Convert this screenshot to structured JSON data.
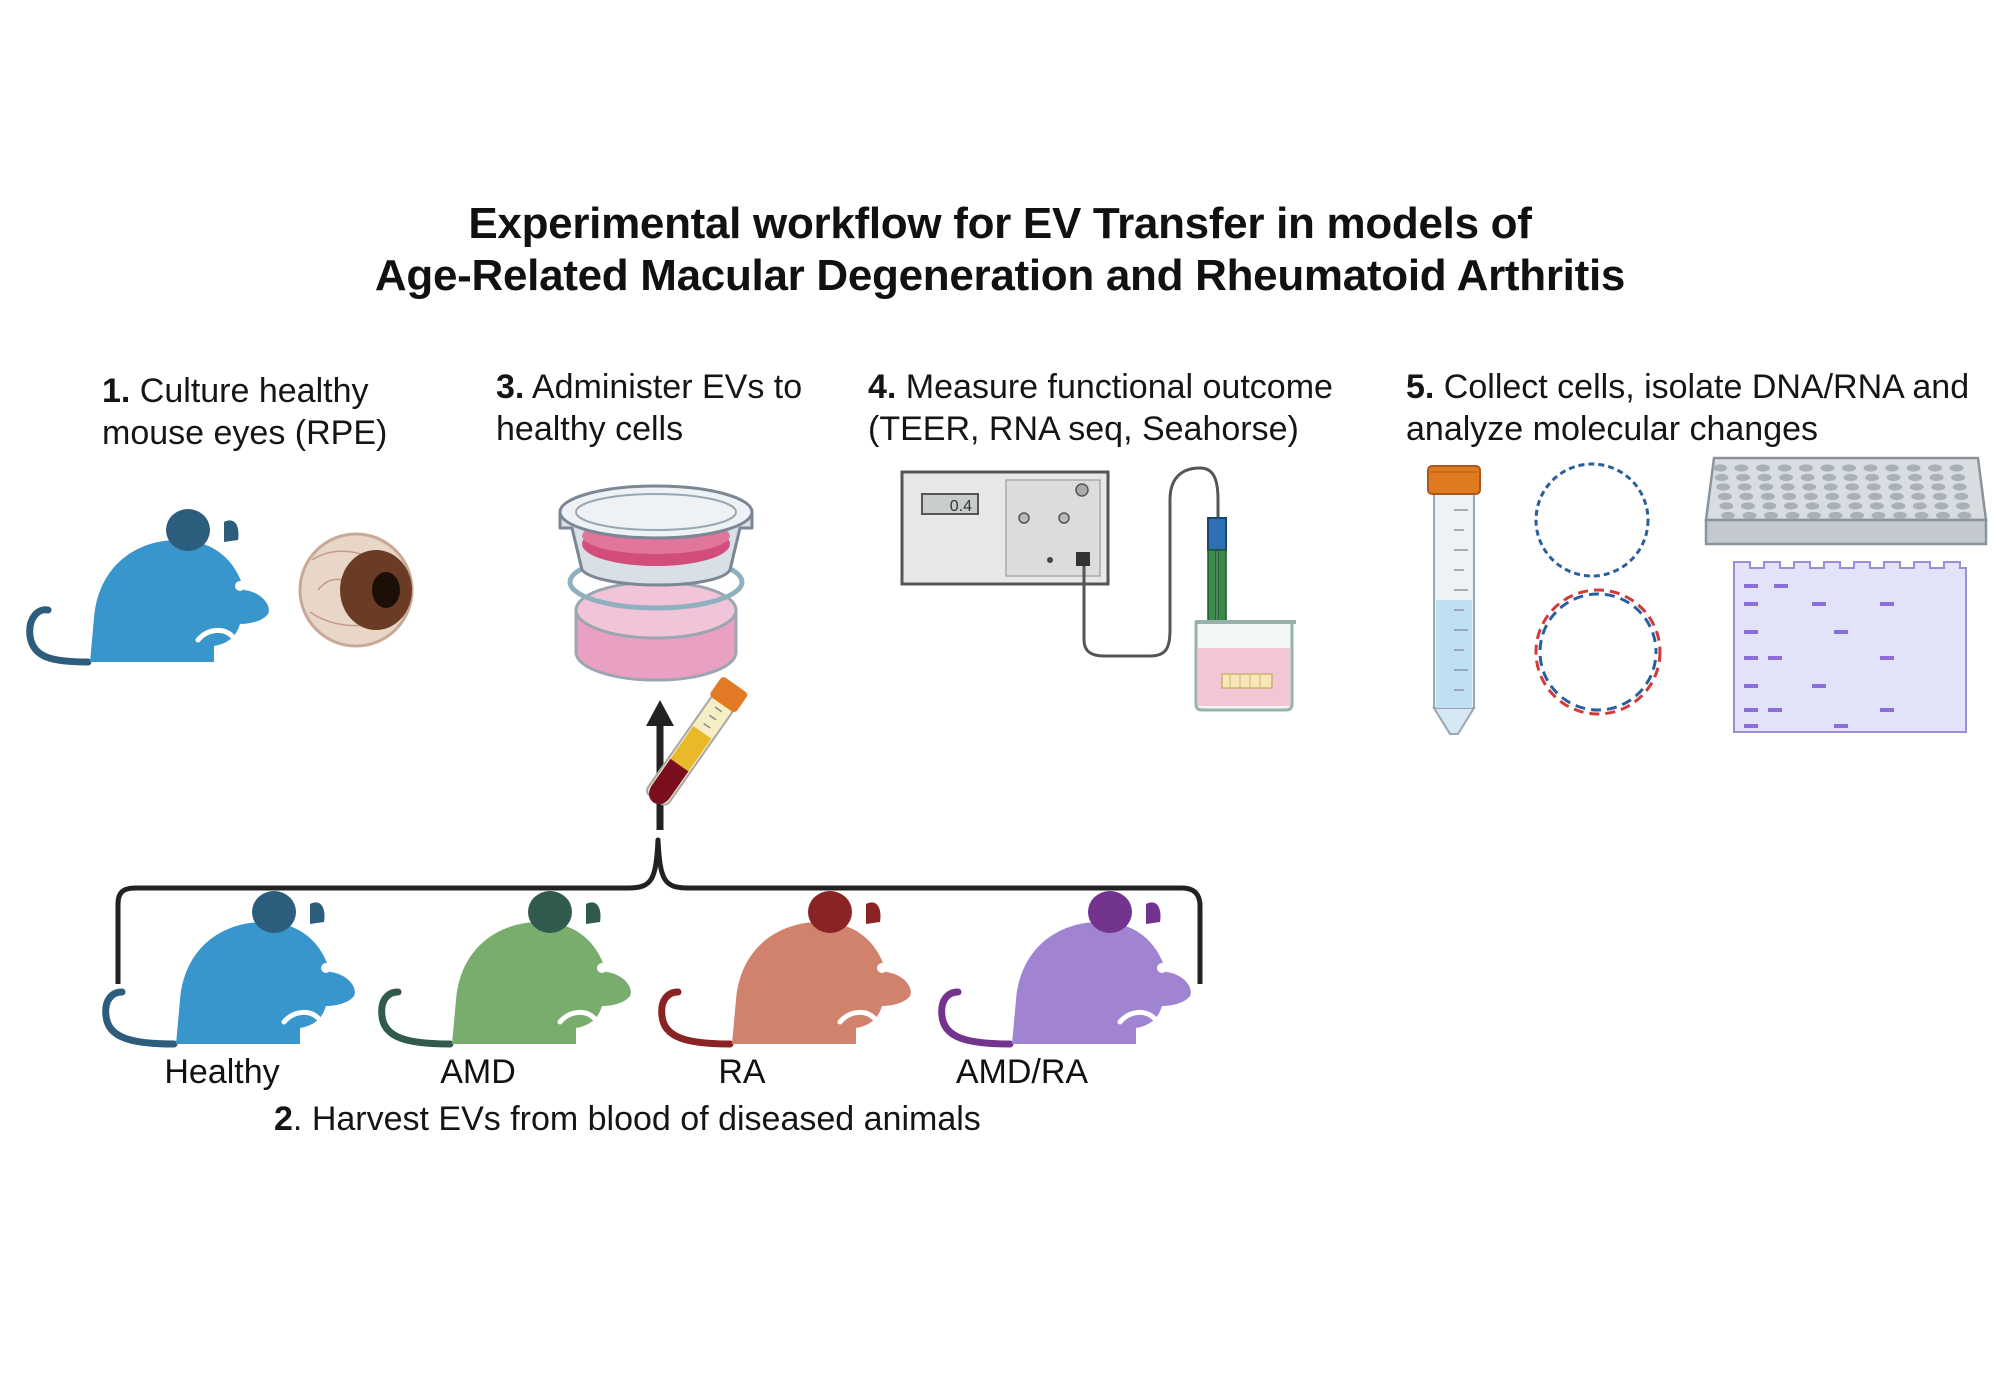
{
  "title": {
    "line1": "Experimental workflow for EV Transfer in models of",
    "line2": "Age-Related Macular Degeneration and Rheumatoid Arthritis"
  },
  "steps": [
    {
      "num": "1.",
      "line1": " Culture healthy",
      "line2": "mouse eyes (RPE)"
    },
    {
      "num": "2",
      "line1": ". Harvest EVs from blood of diseased animals"
    },
    {
      "num": "3.",
      "line1": " Administer EVs to",
      "line2": "healthy cells"
    },
    {
      "num": "4.",
      "line1": " Measure functional outcome",
      "line2": "(TEER, RNA seq, Seahorse)"
    },
    {
      "num": "5.",
      "line1": " Collect cells, isolate DNA/RNA and",
      "line2": "analyze molecular changes"
    }
  ],
  "mice": [
    {
      "label": "Healthy",
      "color": "#3896cc",
      "dark": "#2c5d7c"
    },
    {
      "label": "AMD",
      "color": "#79ad6e",
      "dark": "#2f5a4d"
    },
    {
      "label": "RA",
      "color": "#d1826c",
      "dark": "#8a2424"
    },
    {
      "label": "AMD/RA",
      "color": "#a084d1",
      "dark": "#72348f"
    }
  ],
  "meter": {
    "display": "0.4"
  },
  "icons": [
    "mouse-icon",
    "eye-icon",
    "culture-dish-icon",
    "blood-tube-icon",
    "teer-meter-icon",
    "electrode-icon",
    "beaker-icon",
    "falcon-tube-icon",
    "plasmid-icon",
    "dna-plasmid-icon",
    "well-plate-icon",
    "gel-icon"
  ]
}
